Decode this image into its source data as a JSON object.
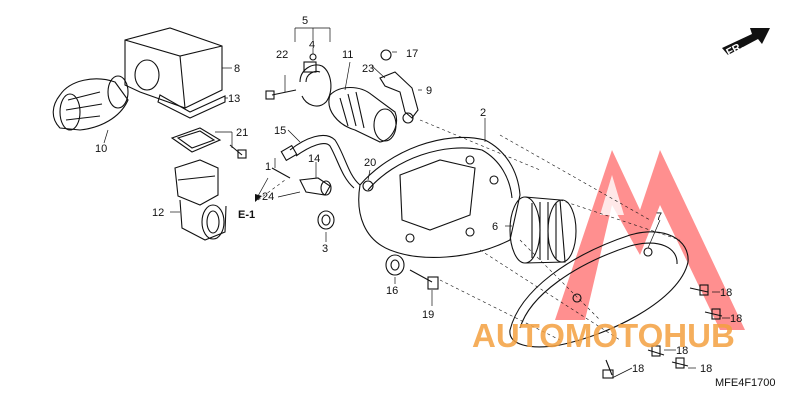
{
  "diagram": {
    "code": "MFE4F1700",
    "direction_label": "FR.",
    "ref_label": "E-1"
  },
  "watermark": {
    "text": "AUTOMOTOHUB",
    "color": "#f4a040",
    "logo_color": "#ff5a5a"
  },
  "callouts": [
    {
      "id": "c1",
      "text": "1"
    },
    {
      "id": "c2",
      "text": "2"
    },
    {
      "id": "c3",
      "text": "3"
    },
    {
      "id": "c4",
      "text": "4"
    },
    {
      "id": "c5",
      "text": "5"
    },
    {
      "id": "c6",
      "text": "6"
    },
    {
      "id": "c7",
      "text": "7"
    },
    {
      "id": "c8",
      "text": "8"
    },
    {
      "id": "c9",
      "text": "9"
    },
    {
      "id": "c10",
      "text": "10"
    },
    {
      "id": "c11",
      "text": "11"
    },
    {
      "id": "c12",
      "text": "12"
    },
    {
      "id": "c13",
      "text": "13"
    },
    {
      "id": "c14",
      "text": "14"
    },
    {
      "id": "c15",
      "text": "15"
    },
    {
      "id": "c16",
      "text": "16"
    },
    {
      "id": "c17",
      "text": "17"
    },
    {
      "id": "c18a",
      "text": "18"
    },
    {
      "id": "c18b",
      "text": "18"
    },
    {
      "id": "c18c",
      "text": "18"
    },
    {
      "id": "c18d",
      "text": "18"
    },
    {
      "id": "c18e",
      "text": "18"
    },
    {
      "id": "c19",
      "text": "19"
    },
    {
      "id": "c20",
      "text": "20"
    },
    {
      "id": "c21",
      "text": "21"
    },
    {
      "id": "c22",
      "text": "22"
    },
    {
      "id": "c23",
      "text": "23"
    },
    {
      "id": "c24",
      "text": "24"
    }
  ]
}
